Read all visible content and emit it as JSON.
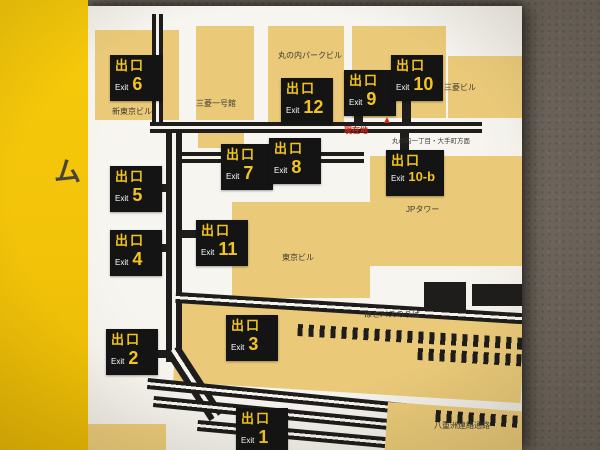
{
  "sign": {
    "side_text": "ム"
  },
  "badge": {
    "jp": "出口",
    "en": "Exit"
  },
  "exits": [
    {
      "num": "6"
    },
    {
      "num": "12"
    },
    {
      "num": "9"
    },
    {
      "num": "10"
    },
    {
      "num": "7"
    },
    {
      "num": "8"
    },
    {
      "num": "10-b"
    },
    {
      "num": "5"
    },
    {
      "num": "11"
    },
    {
      "num": "4"
    },
    {
      "num": "3"
    },
    {
      "num": "2"
    },
    {
      "num": "1"
    }
  ],
  "labels": {
    "marunouchi_park": "丸の内パークビル",
    "shin_tokyo": "新東京ビル",
    "mitsubishi_ichigokan": "三菱一号館",
    "mitsubishi_bldg": "三菱ビル",
    "jp_tower": "JPタワー",
    "tokyo_bldg": "東京ビル",
    "hato_bus": "はとバスのりば",
    "yaesu_passage": "八重洲連絡通路",
    "direction": "丸の内一丁目・大手町方面"
  },
  "marker": {
    "text": "現在地",
    "triangle": "▲"
  },
  "colors": {
    "sign_yellow": "#f2c409",
    "badge_black": "#141414",
    "badge_yellow": "#f3c41d",
    "building_tan": "#eaca79",
    "marker_red": "#d1251c",
    "board_white": "#f5f3ec",
    "wall_gray": "#6e665c"
  }
}
